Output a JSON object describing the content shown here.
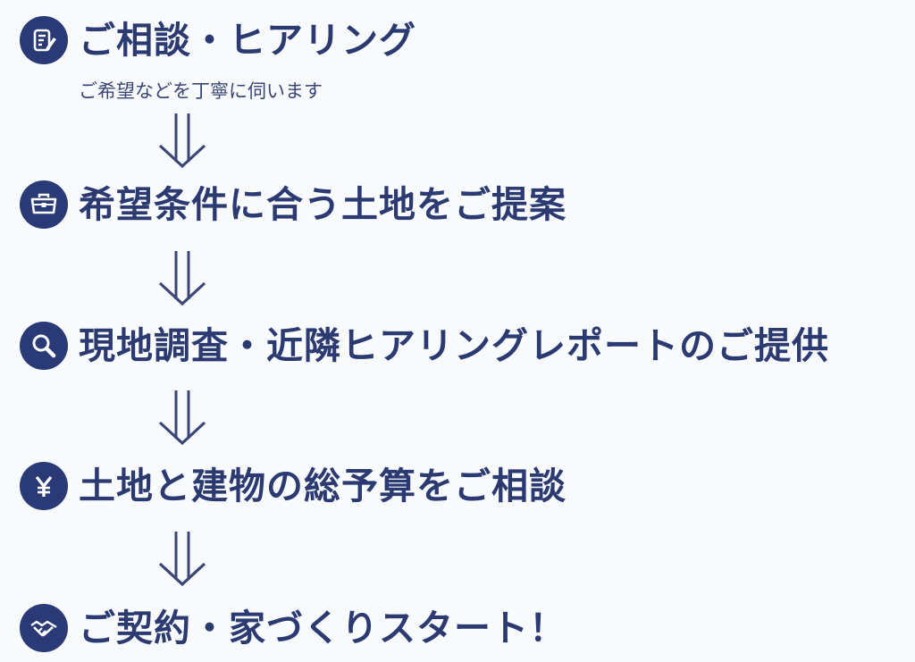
{
  "colors": {
    "accent": "#2a3a76",
    "title_text": "#2c3a72",
    "background": "#f9fafc"
  },
  "steps": [
    {
      "icon": "memo-pencil-icon",
      "title": "ご相談・ヒアリング",
      "subtitle": "ご希望などを丁寧に伺います"
    },
    {
      "icon": "briefcase-icon",
      "title": "希望条件に合う土地をご提案"
    },
    {
      "icon": "magnifier-icon",
      "title": "現地調査・近隣ヒアリングレポートのご提供"
    },
    {
      "icon": "yen-icon",
      "title": "土地と建物の総予算をご相談"
    },
    {
      "icon": "handshake-icon",
      "title": "ご契約・家づくりスタート！"
    }
  ]
}
